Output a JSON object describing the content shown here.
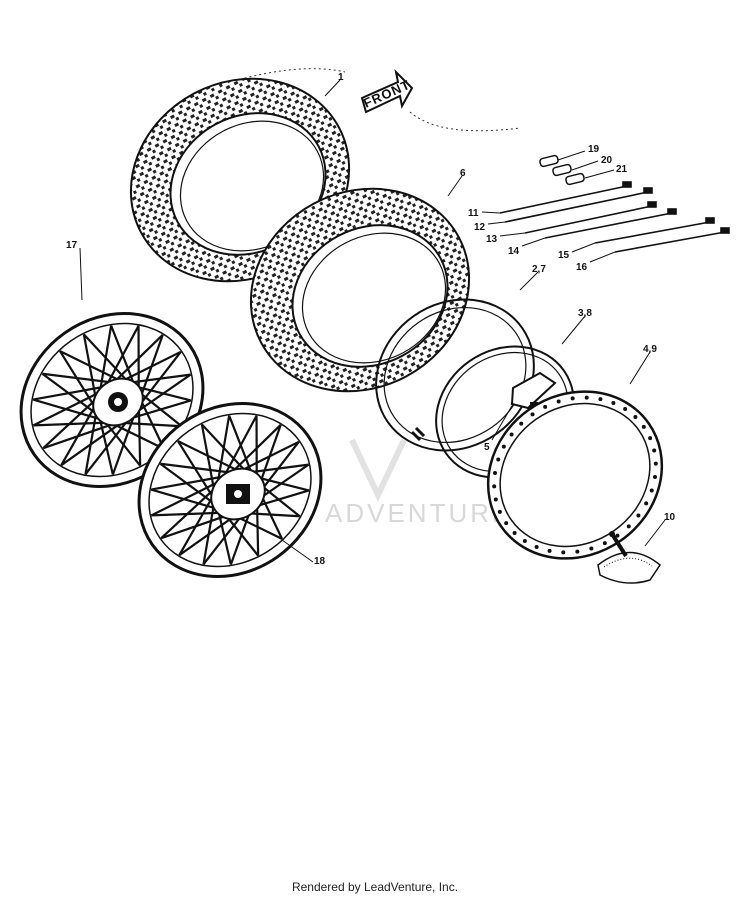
{
  "front_arrow": {
    "label": "FRONT"
  },
  "watermark": {
    "text": "ADVENTURE"
  },
  "callouts": {
    "c1": "1",
    "c6": "6",
    "c27": "2,7",
    "c38": "3,8",
    "c49": "4,9",
    "c5": "5",
    "c10": "10",
    "c11": "11",
    "c12": "12",
    "c13": "13",
    "c14": "14",
    "c15": "15",
    "c16": "16",
    "c17": "17",
    "c18": "18",
    "c19": "19",
    "c20": "20",
    "c21": "21"
  },
  "footer": {
    "text": "Rendered by LeadVenture, Inc."
  }
}
